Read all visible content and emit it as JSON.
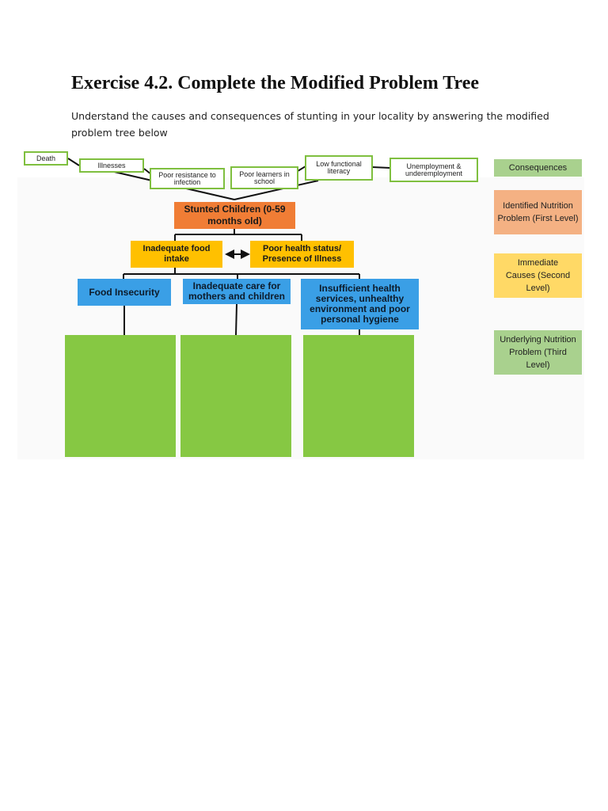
{
  "page": {
    "title": "Exercise 4.2. Complete the Modified Problem Tree",
    "intro": "Understand the causes and consequences of stunting in your locality by answering the modified problem tree below"
  },
  "diagram": {
    "consequences": {
      "death": "Death",
      "illnesses": "Illnesses",
      "poor_resistance": "Poor resistance to infection",
      "poor_learners": "Poor learners in school",
      "low_literacy": "Low functional literacy",
      "unemployment": "Unemployment & underemployment"
    },
    "problem": "Stunted Children (0-59 months old)",
    "immediate": {
      "food_intake": "Inadequate food intake",
      "health_status": "Poor health status/ Presence of Illness"
    },
    "underlying": {
      "food_insecurity": "Food Insecurity",
      "inadequate_care": "Inadequate care for mothers and children",
      "health_services": "Insufficient health services, unhealthy environment and poor personal hygiene"
    }
  },
  "legend": {
    "consequences": "Consequences",
    "first_level": "Identified Nutrition Problem (First Level)",
    "second_level": "Immediate Causes (Second Level)",
    "third_level": "Underlying Nutrition Problem (Third Level)"
  },
  "colors": {
    "consequence_border": "#7fbf3f",
    "problem": "#f07d35",
    "immediate": "#ffc000",
    "underlying": "#3a9fe6",
    "answer_box": "#86c843",
    "legend_consequences": "#a9d18e",
    "legend_first": "#f4b183",
    "legend_second": "#ffd966",
    "legend_third": "#a9d18e"
  }
}
